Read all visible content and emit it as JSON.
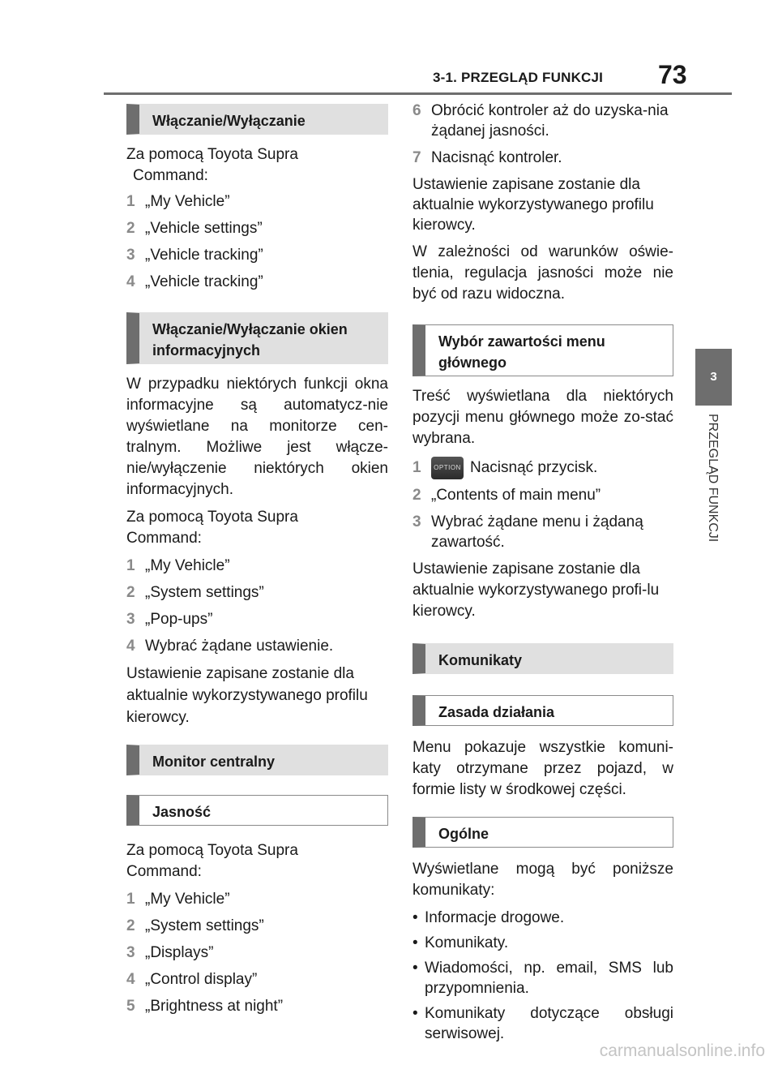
{
  "header": {
    "section_title": "3-1. PRZEGLĄD FUNKCJI",
    "page_number": "73"
  },
  "side_tab": {
    "number": "3",
    "label": "PRZEGLĄD FUNKCJI"
  },
  "left": {
    "s1_title": "Włączanie/Wyłączanie",
    "s1_intro_1": "Za pomocą Toyota Supra",
    "s1_intro_2": "Command:",
    "s1_steps": [
      "„My Vehicle”",
      "„Vehicle settings”",
      "„Vehicle tracking”",
      "„Vehicle tracking”"
    ],
    "s2_title": "Włączanie/Wyłączanie okien informacyjnych",
    "s2_para_1": "W przypadku niektórych funkcji okna informacyjne są automatycz-nie wyświetlane na monitorze cen-tralnym. Możliwe jest włącze-nie/wyłączenie niektórych okien informacyjnych.",
    "s2_intro": "Za pomocą Toyota Supra Command:",
    "s2_steps": [
      "„My Vehicle”",
      "„System settings”",
      "„Pop-ups”",
      "Wybrać żądane ustawienie."
    ],
    "s2_note": "Ustawienie zapisane zostanie dla aktualnie wykorzystywanego profilu kierowcy.",
    "s3_title": "Monitor centralny",
    "s4_title": "Jasność",
    "s4_intro": "Za pomocą Toyota Supra Command:",
    "s4_steps": [
      "„My Vehicle”",
      "„System settings”",
      "„Displays”",
      "„Control display”",
      "„Brightness at night”"
    ]
  },
  "right": {
    "cont_steps": [
      "Obrócić kontroler aż do uzyska-nia żądanej jasności.",
      "Nacisnąć kontroler."
    ],
    "note_1": "Ustawienie zapisane zostanie dla aktualnie wykorzystywanego profilu kierowcy.",
    "note_2": "W zależności od warunków oświe-tlenia, regulacja jasności może nie być od razu widoczna.",
    "s5_title": "Wybór zawartości menu głównego",
    "s5_para": "Treść wyświetlana dla niektórych pozycji menu głównego może zo-stać wybrana.",
    "option_btn": "OPTION",
    "s5_steps": [
      "Nacisnąć przycisk.",
      "„Contents of main menu”",
      "Wybrać żądane menu i żądaną zawartość."
    ],
    "s5_note": "Ustawienie zapisane zostanie dla aktualnie wykorzystywanego profi-lu kierowcy.",
    "s6_title": "Komunikaty",
    "s7_title": "Zasada działania",
    "s7_para": "Menu pokazuje wszystkie komuni-katy otrzymane przez pojazd, w formie listy w środkowej części.",
    "s8_title": "Ogólne",
    "s8_para": "Wyświetlane mogą być poniższe komunikaty:",
    "s8_bullets": [
      "Informacje drogowe.",
      "Komunikaty.",
      "Wiadomości, np. email, SMS lub przypomnienia.",
      "Komunikaty dotyczące obsługi serwisowej."
    ]
  },
  "watermark": "carmanualsonline.info"
}
